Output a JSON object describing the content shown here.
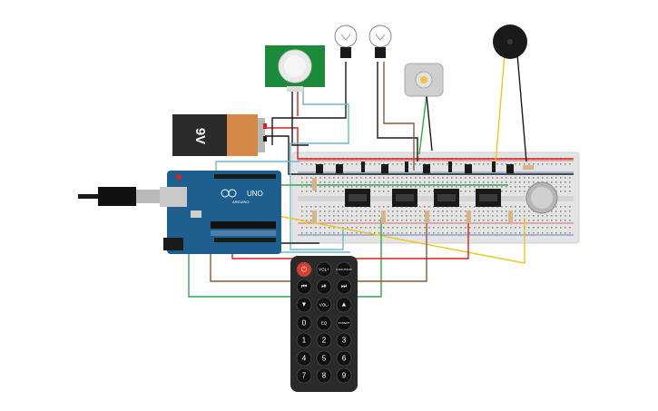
{
  "battery": {
    "label": "9V"
  },
  "arduino": {
    "model": "UNO",
    "brand": "ARDUINO"
  },
  "remote": {
    "row1": [
      {
        "name": "remote-power-button",
        "label": "⏻",
        "kind": "power"
      },
      {
        "name": "remote-vol-up-button",
        "label": "VOL+",
        "kind": "text"
      },
      {
        "name": "remote-func-stop-button",
        "label": "FUNC/STOP",
        "kind": "text"
      }
    ],
    "row2": [
      {
        "name": "remote-rewind-button",
        "label": "⏮",
        "kind": "glyph"
      },
      {
        "name": "remote-play-pause-button",
        "label": "⏯",
        "kind": "glyph"
      },
      {
        "name": "remote-forward-button",
        "label": "⏭",
        "kind": "glyph"
      }
    ],
    "row3": [
      {
        "name": "remote-down-button",
        "label": "▼",
        "kind": "glyph"
      },
      {
        "name": "remote-vol-down-button",
        "label": "VOL-",
        "kind": "text"
      },
      {
        "name": "remote-up-button",
        "label": "▲",
        "kind": "glyph"
      }
    ],
    "row4": [
      {
        "name": "remote-0-button",
        "label": "0",
        "kind": "digit"
      },
      {
        "name": "remote-eq-button",
        "label": "EQ",
        "kind": "text"
      },
      {
        "name": "remote-st-rept-button",
        "label": "ST/REPT",
        "kind": "text"
      }
    ],
    "row5": [
      {
        "name": "remote-1-button",
        "label": "1",
        "kind": "digit"
      },
      {
        "name": "remote-2-button",
        "label": "2",
        "kind": "digit"
      },
      {
        "name": "remote-3-button",
        "label": "3",
        "kind": "digit"
      }
    ],
    "row6": [
      {
        "name": "remote-4-button",
        "label": "4",
        "kind": "digit"
      },
      {
        "name": "remote-5-button",
        "label": "5",
        "kind": "digit"
      },
      {
        "name": "remote-6-button",
        "label": "6",
        "kind": "digit"
      }
    ],
    "row7": [
      {
        "name": "remote-7-button",
        "label": "7",
        "kind": "digit"
      },
      {
        "name": "remote-8-button",
        "label": "8",
        "kind": "digit"
      },
      {
        "name": "remote-9-button",
        "label": "9",
        "kind": "digit"
      }
    ]
  },
  "colors": {
    "arduino": "#1e5f8f",
    "breadboard": "#e6e6e6",
    "battery_body": "#2b2b2b",
    "battery_cap": "#d4894a",
    "pir_board": "#1d8a3a",
    "remote_body": "#2a2a2a",
    "wire_red": "#d62020",
    "wire_black": "#1a1a1a",
    "wire_green": "#2ea84a",
    "wire_yellow": "#e8c81a",
    "wire_blue": "#6fb7cf",
    "wire_brown": "#8a5a3a"
  }
}
